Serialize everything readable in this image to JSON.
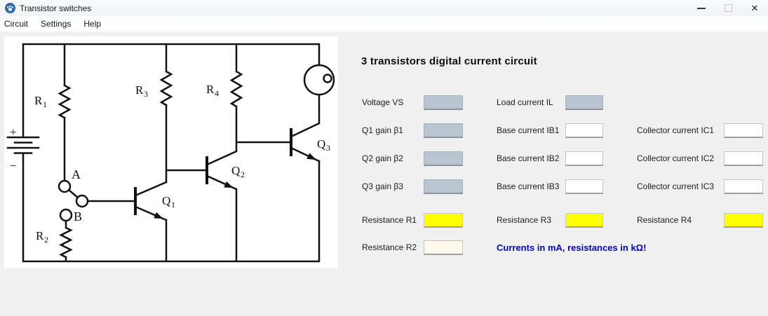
{
  "window": {
    "title": "Transistor switches",
    "close_glyph": "✕"
  },
  "menu": {
    "items": [
      "Circuit",
      "Settings",
      "Help"
    ]
  },
  "main": {
    "panel_title": "3 transistors digital current circuit",
    "note": "Currents in mA, resistances in kΩ!"
  },
  "fields": [
    {
      "label": "Voltage VS",
      "value": "",
      "style": "blue"
    },
    {
      "label": "Load current IL",
      "value": "",
      "style": "blue"
    },
    {
      "label": "Q1 gain β1",
      "value": "",
      "style": "blue"
    },
    {
      "label": "Base current IB1",
      "value": "",
      "style": "white"
    },
    {
      "label": "Collector current IC1",
      "value": "",
      "style": "white"
    },
    {
      "label": "Q2 gain β2",
      "value": "",
      "style": "blue"
    },
    {
      "label": "Base current IB2",
      "value": "",
      "style": "white"
    },
    {
      "label": "Collector current IC2",
      "value": "",
      "style": "white"
    },
    {
      "label": "Q3 gain β3",
      "value": "",
      "style": "blue"
    },
    {
      "label": "Base current IB3",
      "value": "",
      "style": "white"
    },
    {
      "label": "Collector current IC3",
      "value": "",
      "style": "white"
    },
    {
      "label": "Resistance R1",
      "value": "",
      "style": "yellow"
    },
    {
      "label": "Resistance R3",
      "value": "",
      "style": "yellow"
    },
    {
      "label": "Resistance R4",
      "value": "",
      "style": "yellow"
    },
    {
      "label": "Resistance R2",
      "value": "",
      "style": "cream"
    }
  ],
  "colors": {
    "input_readonly": "#b9c5d1",
    "input_resistance": "#ffff00",
    "input_r2": "#fdf9ed",
    "note_text": "#0000dd",
    "background": "#f0f0f0"
  },
  "circuit": {
    "labels": {
      "r1": {
        "t": "R",
        "s": "1"
      },
      "r2": {
        "t": "R",
        "s": "2"
      },
      "r3": {
        "t": "R",
        "s": "3"
      },
      "r4": {
        "t": "R",
        "s": "4"
      },
      "q1": {
        "t": "Q",
        "s": "1"
      },
      "q2": {
        "t": "Q",
        "s": "2"
      },
      "q3": {
        "t": "Q",
        "s": "3"
      },
      "switch_a": "A",
      "switch_b": "B",
      "battery_plus": "+",
      "battery_minus": "−"
    }
  }
}
